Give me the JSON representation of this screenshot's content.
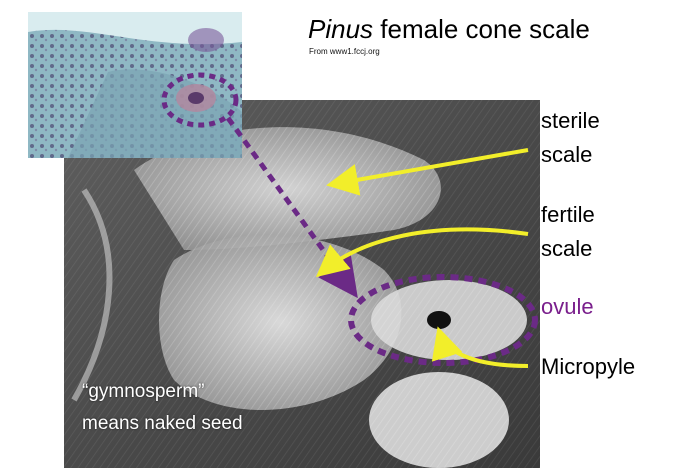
{
  "slide": {
    "title_italic": "Pinus",
    "title_rest": " female cone scale",
    "source": "From www1.fccj.org",
    "labels": {
      "sterile_line1": "sterile",
      "sterile_line2": "scale",
      "fertile_line1": "fertile",
      "fertile_line2": "scale",
      "ovule": "ovule",
      "micropyle": "Micropyle"
    },
    "caption_line1": "“gymnosperm”",
    "caption_line2": "means naked seed"
  },
  "colors": {
    "arrow_yellow": "#f2ee2a",
    "ovule_purple": "#7a1f8c",
    "dotted_purple": "#6b2a86"
  }
}
